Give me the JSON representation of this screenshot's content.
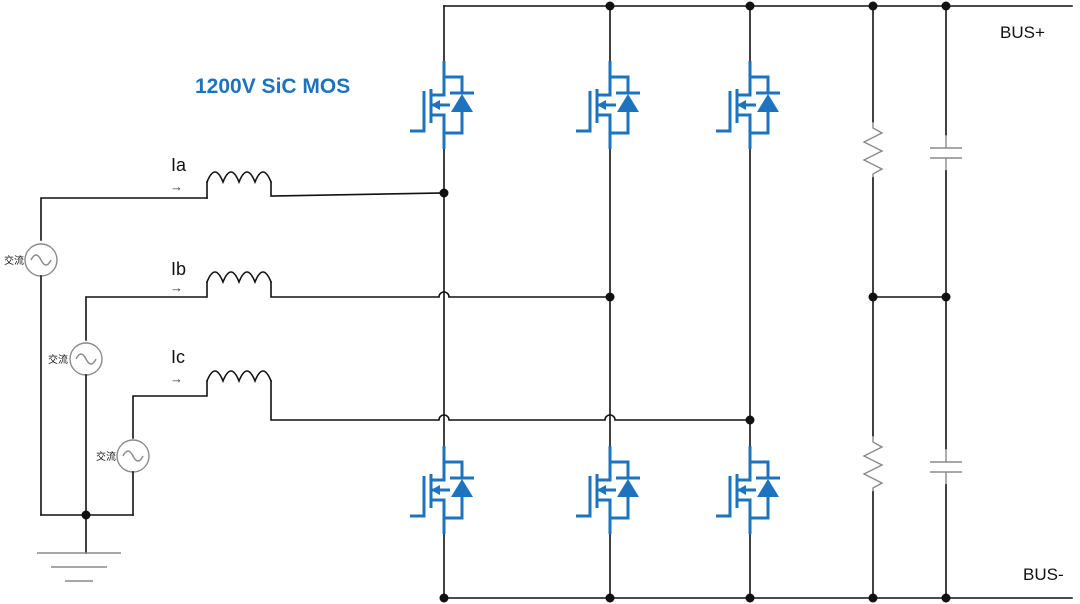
{
  "diagram": {
    "title": "1200V SiC MOS",
    "bus_positive": "BUS+",
    "bus_negative": "BUS-",
    "phases": [
      {
        "current_label": "Ia",
        "source_label": "交流"
      },
      {
        "current_label": "Ib",
        "source_label": "交流"
      },
      {
        "current_label": "Ic",
        "source_label": "交流"
      }
    ],
    "current_arrow": "→",
    "colors": {
      "mosfet": "#1e73be",
      "wire": "#111111",
      "passive": "#8a8a8a"
    },
    "components": {
      "mosfet_count": 6,
      "inductor_count": 3,
      "resistor_count": 2,
      "capacitor_count": 2,
      "ac_source_count": 3
    }
  }
}
